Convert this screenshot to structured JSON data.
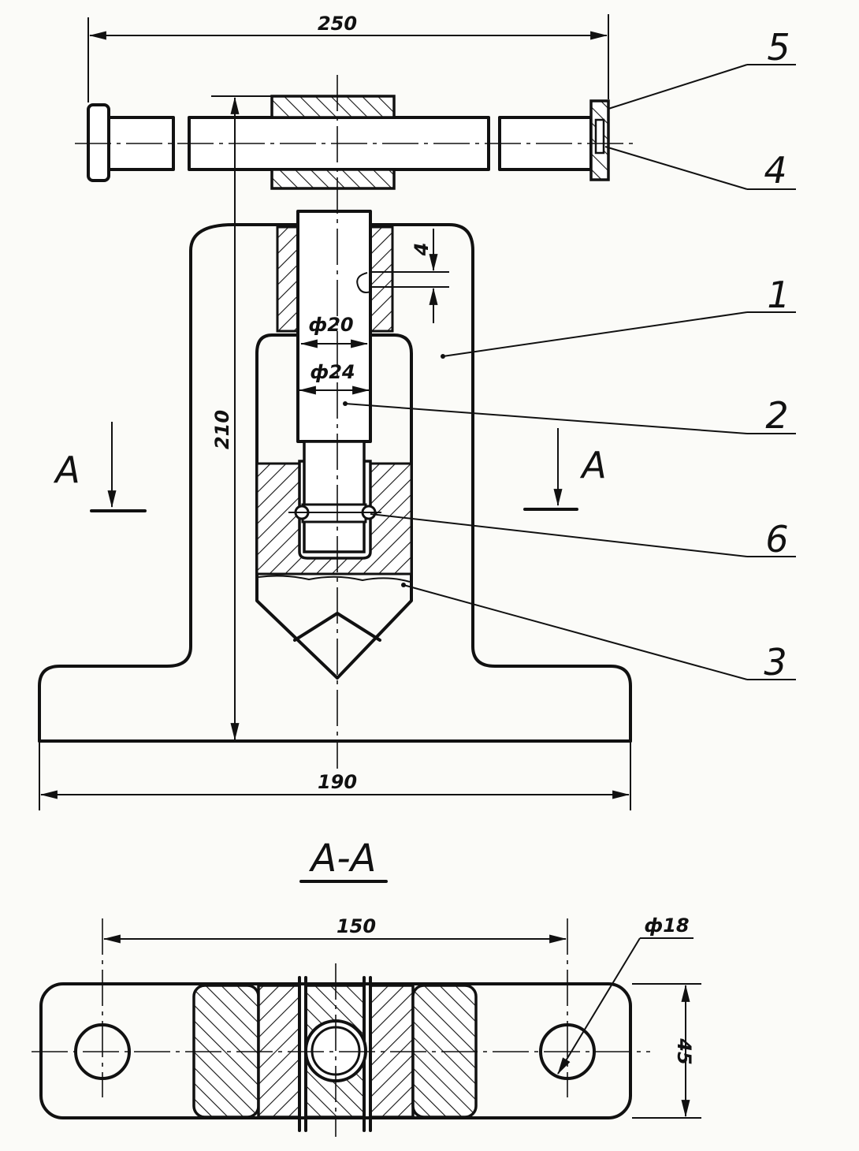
{
  "dimensions": {
    "overall_length": "250",
    "height": "210",
    "base_width": "190",
    "shaft_diameter": "ф20",
    "bore_diameter": "ф24",
    "groove": "4",
    "hole_spacing": "150",
    "hole_diameter": "ф18",
    "base_depth": "45"
  },
  "section_marks": {
    "left": "A",
    "right": "A",
    "title": "A-A"
  },
  "part_labels": [
    "5",
    "4",
    "1",
    "2",
    "6",
    "3"
  ]
}
